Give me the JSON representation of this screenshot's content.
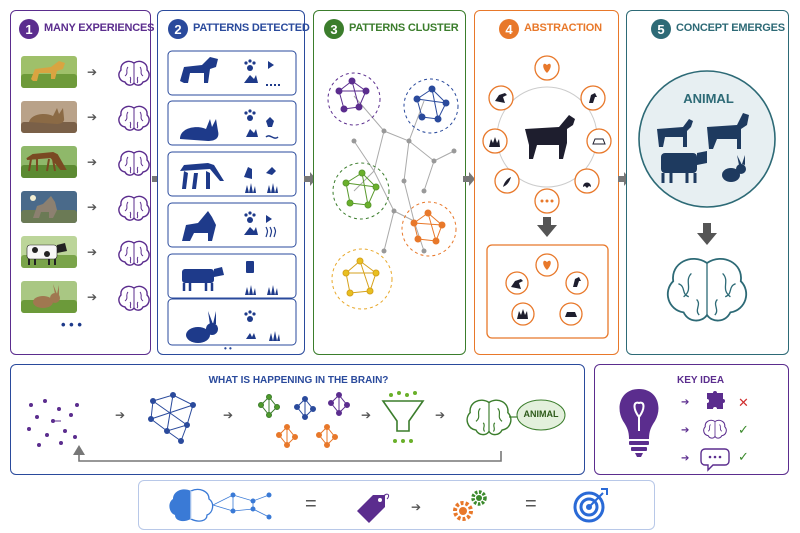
{
  "colors": {
    "purple": "#5b2d8e",
    "blue": "#2a4a9c",
    "green": "#3b7d2c",
    "orange": "#e8782a",
    "teal": "#2d6a76",
    "animal_blue": "#1e3a8a"
  },
  "panels": [
    {
      "number": "1",
      "title": "MANY EXPERIENCES"
    },
    {
      "number": "2",
      "title": "PATTERNS DETECTED"
    },
    {
      "number": "3",
      "title": "PATTERNS CLUSTER"
    },
    {
      "number": "4",
      "title": "ABSTRACTION"
    },
    {
      "number": "5",
      "title": "CONCEPT EMERGES"
    }
  ],
  "experiences": [
    "dog",
    "cat",
    "horse",
    "wolf",
    "cow",
    "rabbit"
  ],
  "ellipsis": "• • •",
  "concept_label": "ANIMAL",
  "brain_process": {
    "title": "WHAT IS HAPPENING IN THE BRAIN?",
    "output_label": "ANIMAL"
  },
  "key_idea": {
    "title": "KEY IDEA",
    "rows": [
      {
        "icon": "puzzle-icon",
        "mark": "✕"
      },
      {
        "icon": "brain-icon",
        "mark": "✓"
      },
      {
        "icon": "speech-bubble-icon",
        "mark": "✓"
      }
    ]
  },
  "equation": {
    "eq1": "=",
    "eq2": "="
  }
}
